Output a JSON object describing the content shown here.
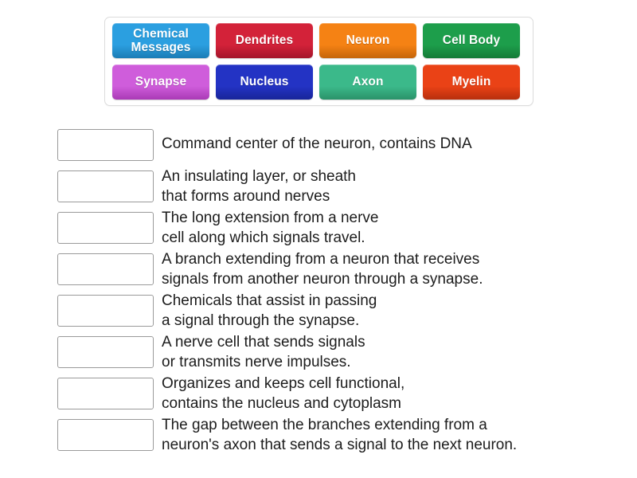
{
  "tray": {
    "name": "word-bank",
    "rows": [
      [
        {
          "label": "Chemical\nMessages",
          "color": "#2b9fe0",
          "shadow": "#1b7cb5"
        },
        {
          "label": "Dendrites",
          "color": "#d32239",
          "shadow": "#a4152a"
        },
        {
          "label": "Neuron",
          "color": "#f58214",
          "shadow": "#c5650a"
        },
        {
          "label": "Cell Body",
          "color": "#1d9e4b",
          "shadow": "#147a37"
        }
      ],
      [
        {
          "label": "Synapse",
          "color": "#cf5ddb",
          "shadow": "#a93ab5"
        },
        {
          "label": "Nucleus",
          "color": "#2333c4",
          "shadow": "#182599"
        },
        {
          "label": "Axon",
          "color": "#3bb98a",
          "shadow": "#2b9269"
        },
        {
          "label": "Myelin",
          "color": "#ea4216",
          "shadow": "#b72f0d"
        }
      ]
    ]
  },
  "answers": {
    "placeholder": "",
    "rows": [
      {
        "text": "Command center of the neuron, contains DNA",
        "lines": 1,
        "value": ""
      },
      {
        "text": "An insulating layer, or sheath\nthat forms around nerves",
        "lines": 2,
        "value": ""
      },
      {
        "text": "The long extension from a nerve\ncell along which signals travel.",
        "lines": 2,
        "value": ""
      },
      {
        "text": "A branch extending from a neuron that receives\nsignals from another neuron through a synapse.",
        "lines": 2,
        "value": ""
      },
      {
        "text": "Chemicals that assist in passing\na signal through the synapse.",
        "lines": 2,
        "value": ""
      },
      {
        "text": "A nerve cell that sends signals\nor transmits nerve impulses.",
        "lines": 2,
        "value": ""
      },
      {
        "text": "Organizes and keeps cell functional,\ncontains the nucleus and cytoplasm",
        "lines": 2,
        "value": ""
      },
      {
        "text": "The gap between the branches extending from a\nneuron's axon that sends a signal to the next neuron.",
        "lines": 2,
        "value": ""
      }
    ]
  },
  "colors": {
    "page_background": "#ffffff",
    "tray_border": "#dcdcdc",
    "drop_box_border": "#9a9a9a",
    "text": "#1c1c1c"
  }
}
